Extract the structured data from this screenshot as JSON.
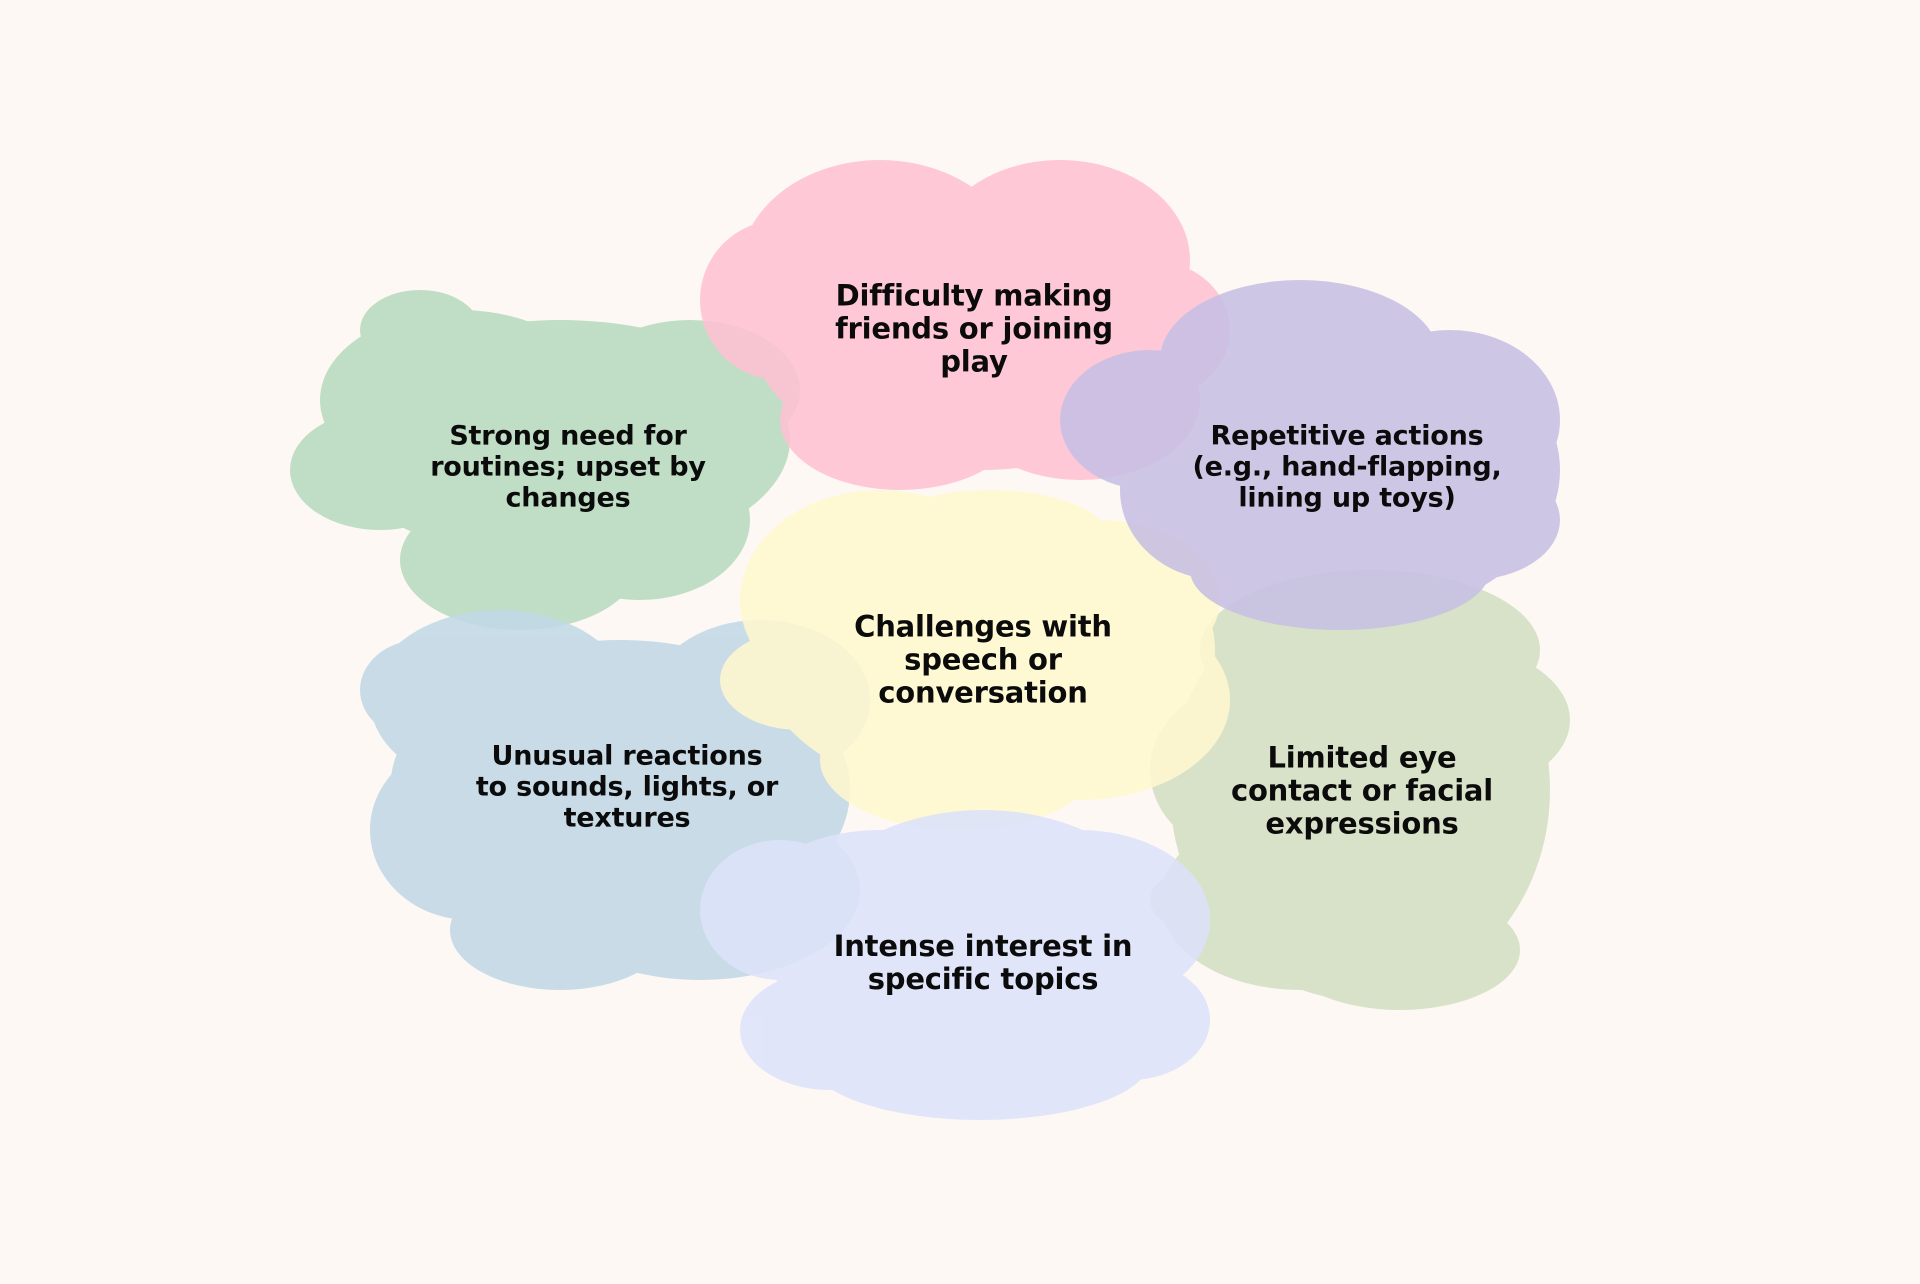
{
  "diagram": {
    "center": {
      "lines": [
        "Challenges with",
        "speech or",
        "conversation"
      ],
      "color": "#fff8cf"
    },
    "nodes": [
      {
        "key": "friends",
        "lines": [
          "Difficulty making",
          "friends or joining",
          "play"
        ],
        "color": "#ffc2d4"
      },
      {
        "key": "repetitive",
        "lines": [
          "Repetitive actions",
          "(e.g., hand-flapping,",
          "lining up toys)"
        ],
        "color": "#c8c0e4"
      },
      {
        "key": "eye-contact",
        "lines": [
          "Limited eye",
          "contact or facial",
          "expressions"
        ],
        "color": "#d3e0c4"
      },
      {
        "key": "interest",
        "lines": [
          "Intense interest in",
          "specific topics"
        ],
        "color": "#dde3fa"
      },
      {
        "key": "sensory",
        "lines": [
          "Unusual reactions",
          "to sounds, lights, or",
          "textures"
        ],
        "color": "#c2d8e6"
      },
      {
        "key": "routines",
        "lines": [
          "Strong need for",
          "routines; upset by",
          "changes"
        ],
        "color": "#b7dbbf"
      }
    ]
  }
}
